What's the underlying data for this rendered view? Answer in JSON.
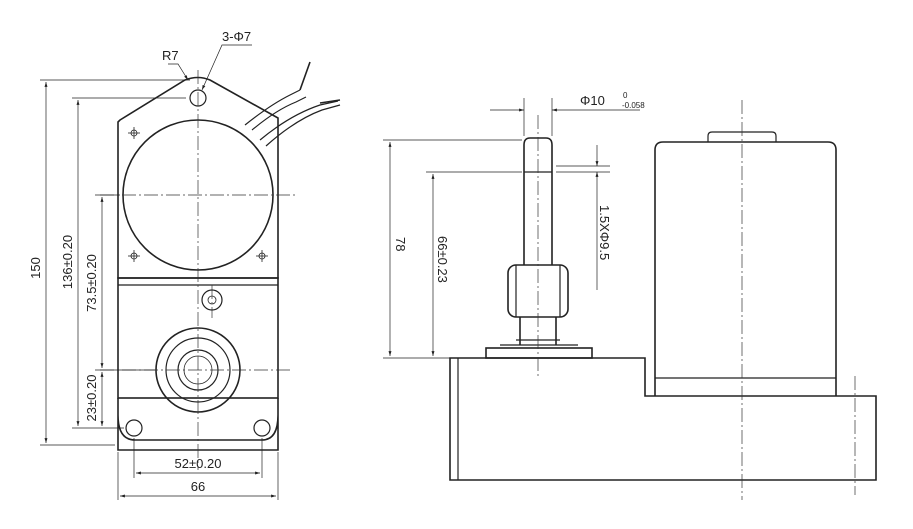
{
  "front_view": {
    "callouts": {
      "corner_radius": "R7",
      "holes": "3-Φ7"
    },
    "dims": {
      "overall_height": "150",
      "mount_height": "136±0.20",
      "center_height": "73.5±0.20",
      "base_height": "23±0.20",
      "hole_spacing": "52±0.20",
      "overall_width": "66"
    }
  },
  "side_view": {
    "dims": {
      "shaft_dia": "Φ10",
      "shaft_tol_upper": "0",
      "shaft_tol_lower": "0.058",
      "flat": "1.5XΦ9.5",
      "total_height": "78",
      "shaft_height": "66±0.23"
    }
  }
}
